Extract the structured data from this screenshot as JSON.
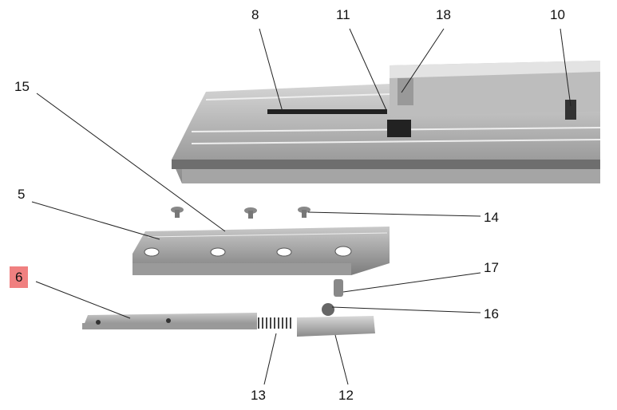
{
  "diagram": {
    "callouts": [
      {
        "id": "8",
        "label": "8"
      },
      {
        "id": "11",
        "label": "11"
      },
      {
        "id": "18",
        "label": "18"
      },
      {
        "id": "10",
        "label": "10"
      },
      {
        "id": "15",
        "label": "15"
      },
      {
        "id": "5",
        "label": "5"
      },
      {
        "id": "14",
        "label": "14"
      },
      {
        "id": "17",
        "label": "17"
      },
      {
        "id": "6",
        "label": "6",
        "highlighted": true
      },
      {
        "id": "16",
        "label": "16"
      },
      {
        "id": "13",
        "label": "13"
      },
      {
        "id": "12",
        "label": "12"
      }
    ],
    "highlight_color": "#f08080"
  }
}
